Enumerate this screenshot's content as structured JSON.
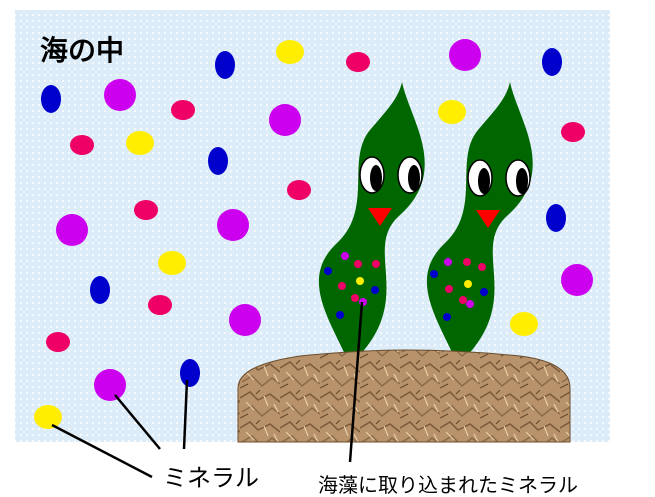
{
  "title": "海の中",
  "labels": {
    "minerals": "ミネラル",
    "seaweed_minerals": "海藻に取り込まれたミネラル"
  },
  "colors": {
    "background": "#dcecf8",
    "dot_pattern": "#ffffff",
    "magenta": "#cc00ee",
    "pink": "#ee0066",
    "yellow": "#ffee00",
    "blue": "#0000cc",
    "seaweed": "#006600",
    "beak": "#ff0000",
    "rock": "#b8926a"
  }
}
